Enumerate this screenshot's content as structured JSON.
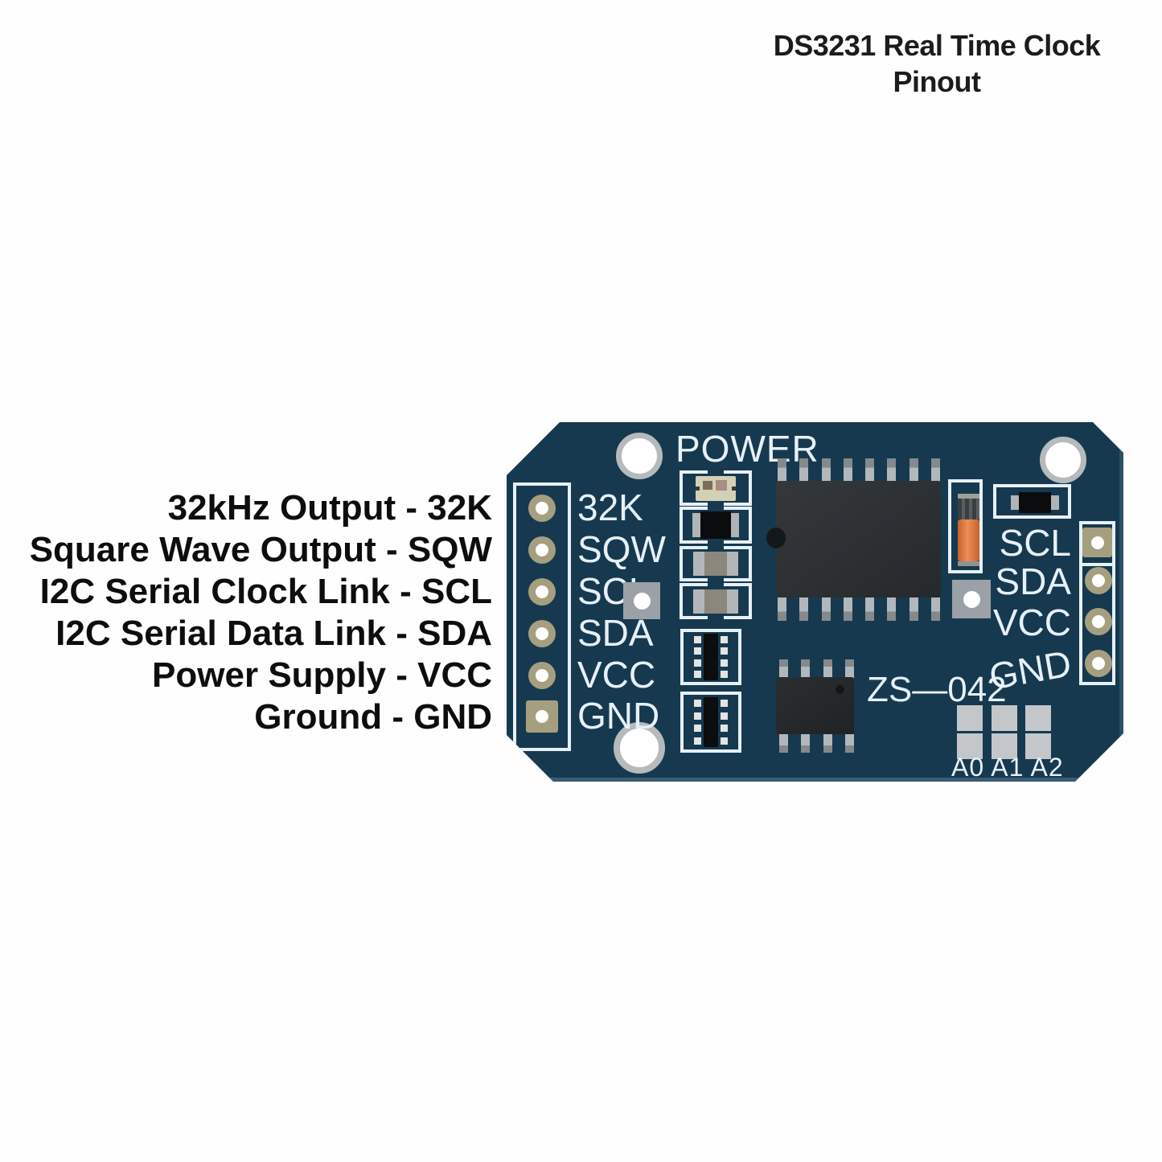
{
  "title": {
    "line1": "DS3231 Real Time Clock",
    "line2": "Pinout"
  },
  "legend": {
    "items": [
      "32kHz Output - 32K",
      "Square Wave Output - SQW",
      "I2C Serial Clock Link - SCL",
      "I2C Serial Data Link - SDA",
      "Power Supply - VCC",
      "Ground - GND"
    ]
  },
  "board": {
    "silkscreen": {
      "power_label": "POWER",
      "model": "ZS—042",
      "address_label": "A0 A1 A2",
      "left_pins": [
        "32K",
        "SQW",
        "SCL",
        "SDA",
        "VCC",
        "GND"
      ],
      "right_pins": [
        "SCL",
        "SDA",
        "VCC",
        "GND"
      ]
    },
    "colors": {
      "pcb": "#16394f",
      "silk": "#e7f0f7",
      "gold": "#a59f80",
      "ring": "#b6babd",
      "smd": "#c3c7ca",
      "via": "#9ba1a6",
      "crystal": "#e5814b"
    }
  }
}
